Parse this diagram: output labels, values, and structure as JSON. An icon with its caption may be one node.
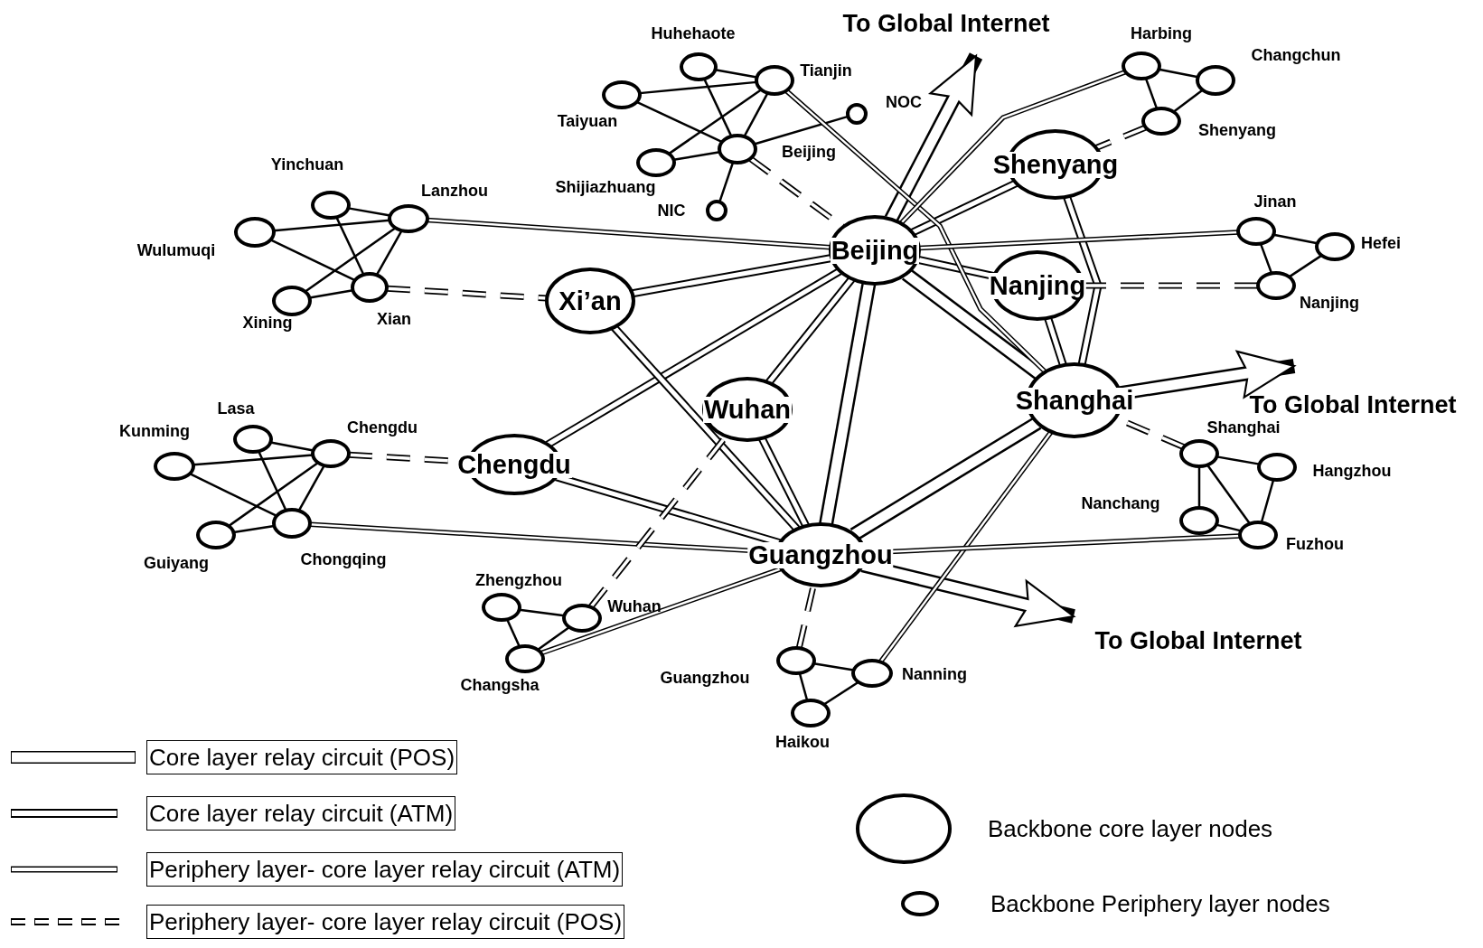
{
  "diagram": {
    "nodes": [
      {
        "text": [
          "Beijing"
        ]
      },
      {
        "text": [
          "Shenyang"
        ]
      },
      {
        "text": [
          "Nanjing"
        ]
      },
      {
        "text": [
          "Xi’an"
        ]
      },
      {
        "text": [
          "Shanghai"
        ]
      },
      {
        "text": [
          "Wuhan"
        ]
      },
      {
        "text": [
          "Chengdu"
        ]
      },
      {
        "text": [
          "Guangzhou"
        ]
      },
      {
        "text": [],
        "shape": "circle",
        "beside": [
          "Huhehaote"
        ]
      },
      {
        "text": [],
        "shape": "circle",
        "beside": [
          "Tianjin"
        ]
      },
      {
        "text": [],
        "shape": "circle",
        "beside": [
          "Taiyuan"
        ]
      },
      {
        "text": [],
        "shape": "circle",
        "beside": [
          "Shijiazhuang"
        ]
      },
      {
        "text": [],
        "shape": "circle",
        "beside": [
          "Beijing"
        ]
      },
      {
        "text": [],
        "shape": "circle",
        "beside": [
          "NOC"
        ]
      },
      {
        "text": [],
        "shape": "circle",
        "beside": [
          "NIC"
        ]
      },
      {
        "text": [],
        "shape": "circle",
        "beside": [
          "Harbing"
        ]
      },
      {
        "text": [],
        "shape": "circle",
        "beside": [
          "Changchun"
        ]
      },
      {
        "text": [],
        "shape": "circle",
        "beside": [
          "Shenyang"
        ]
      },
      {
        "text": [],
        "shape": "circle",
        "beside": [
          "Jinan"
        ]
      },
      {
        "text": [],
        "shape": "circle",
        "beside": [
          "Hefei"
        ]
      },
      {
        "text": [],
        "shape": "circle",
        "beside": [
          "Nanjing"
        ]
      },
      {
        "text": [],
        "shape": "circle",
        "beside": [
          "Yinchuan"
        ]
      },
      {
        "text": [],
        "shape": "circle",
        "beside": [
          "Lanzhou"
        ]
      },
      {
        "text": [],
        "shape": "circle",
        "beside": [
          "Wulumuqi"
        ]
      },
      {
        "text": [],
        "shape": "circle",
        "beside": [
          "Xining"
        ]
      },
      {
        "text": [],
        "shape": "circle",
        "beside": [
          "Xian"
        ]
      },
      {
        "text": [],
        "shape": "circle",
        "beside": [
          "Lasa"
        ]
      },
      {
        "text": [],
        "shape": "circle",
        "beside": [
          "Chengdu"
        ]
      },
      {
        "text": [],
        "shape": "circle",
        "beside": [
          "Kunming"
        ]
      },
      {
        "text": [],
        "shape": "circle",
        "beside": [
          "Guiyang"
        ]
      },
      {
        "text": [],
        "shape": "circle",
        "beside": [
          "Chongqing"
        ]
      },
      {
        "text": [],
        "shape": "circle",
        "beside": [
          "Zhengzhou"
        ]
      },
      {
        "text": [],
        "shape": "circle",
        "beside": [
          "Wuhan"
        ]
      },
      {
        "text": [],
        "shape": "circle",
        "beside": [
          "Changsha"
        ]
      },
      {
        "text": [],
        "shape": "circle",
        "beside": [
          "Guangzhou"
        ]
      },
      {
        "text": [],
        "shape": "circle",
        "beside": [
          "Nanning"
        ]
      },
      {
        "text": [],
        "shape": "circle",
        "beside": [
          "Haikou"
        ]
      },
      {
        "text": [],
        "shape": "circle",
        "beside": [
          "Shanghai"
        ]
      },
      {
        "text": [],
        "shape": "circle",
        "beside": [
          "Hangzhou"
        ]
      },
      {
        "text": [],
        "shape": "circle",
        "beside": [
          "Nanchang"
        ]
      },
      {
        "text": [],
        "shape": "circle",
        "beside": [
          "Fuzhou"
        ]
      },
      {
        "text": [
          "To Global Internet"
        ]
      },
      {
        "text": [
          "To Global Internet"
        ]
      },
      {
        "text": [
          "To Global Internet"
        ]
      }
    ],
    "edges": [
      {
        "from": 0,
        "to": 7,
        "arrow": "none",
        "style": "thick"
      },
      {
        "from": 0,
        "to": 4,
        "arrow": "none",
        "style": "thick"
      },
      {
        "from": 4,
        "to": 7,
        "arrow": "none",
        "style": "thick"
      },
      {
        "from": 0,
        "to": 1,
        "arrow": "none",
        "style": "thick"
      },
      {
        "from": 0,
        "to": 2,
        "arrow": "none",
        "style": "thick"
      },
      {
        "from": 0,
        "to": 3,
        "arrow": "none",
        "style": "thick"
      },
      {
        "from": 0,
        "to": 6,
        "arrow": "none",
        "style": "thick"
      },
      {
        "from": 0,
        "to": 5,
        "arrow": "none",
        "style": "thick"
      },
      {
        "from": 1,
        "to": 4,
        "arrow": "none",
        "style": "thick"
      },
      {
        "from": 2,
        "to": 4,
        "arrow": "none",
        "style": "thick"
      },
      {
        "from": 3,
        "to": 7,
        "arrow": "none",
        "style": "thick"
      },
      {
        "from": 5,
        "to": 7,
        "arrow": "none",
        "style": "thick"
      },
      {
        "from": 6,
        "to": 7,
        "arrow": "none",
        "style": "thick"
      },
      {
        "from": 0,
        "to": 41,
        "arrow": "to",
        "style": "thick"
      },
      {
        "from": 4,
        "to": 42,
        "arrow": "to",
        "style": "thick"
      },
      {
        "from": 7,
        "to": 43,
        "arrow": "to",
        "style": "thick"
      },
      {
        "from": 8,
        "to": 9,
        "arrow": "none"
      },
      {
        "from": 8,
        "to": 12,
        "arrow": "none"
      },
      {
        "from": 10,
        "to": 9,
        "arrow": "none"
      },
      {
        "from": 10,
        "to": 12,
        "arrow": "none"
      },
      {
        "from": 11,
        "to": 9,
        "arrow": "none"
      },
      {
        "from": 11,
        "to": 12,
        "arrow": "none"
      },
      {
        "from": 9,
        "to": 12,
        "arrow": "none"
      },
      {
        "from": 12,
        "to": 13,
        "arrow": "none"
      },
      {
        "from": 12,
        "to": 14,
        "arrow": "none"
      },
      {
        "from": 12,
        "to": 0,
        "arrow": "none",
        "style": "dashed"
      },
      {
        "from": 9,
        "to": 4,
        "arrow": "none",
        "style": "thick"
      },
      {
        "from": 15,
        "to": 16,
        "arrow": "none"
      },
      {
        "from": 15,
        "to": 17,
        "arrow": "none"
      },
      {
        "from": 16,
        "to": 17,
        "arrow": "none"
      },
      {
        "from": 15,
        "to": 0,
        "arrow": "none",
        "style": "thick"
      },
      {
        "from": 17,
        "to": 1,
        "arrow": "none",
        "style": "dashed"
      },
      {
        "from": 18,
        "to": 19,
        "arrow": "none"
      },
      {
        "from": 18,
        "to": 20,
        "arrow": "none"
      },
      {
        "from": 19,
        "to": 20,
        "arrow": "none"
      },
      {
        "from": 18,
        "to": 0,
        "arrow": "none",
        "style": "thick"
      },
      {
        "from": 20,
        "to": 2,
        "arrow": "none",
        "style": "dashed"
      },
      {
        "from": 21,
        "to": 22,
        "arrow": "none"
      },
      {
        "from": 21,
        "to": 25,
        "arrow": "none"
      },
      {
        "from": 23,
        "to": 22,
        "arrow": "none"
      },
      {
        "from": 23,
        "to": 25,
        "arrow": "none"
      },
      {
        "from": 24,
        "to": 22,
        "arrow": "none"
      },
      {
        "from": 24,
        "to": 25,
        "arrow": "none"
      },
      {
        "from": 22,
        "to": 25,
        "arrow": "none"
      },
      {
        "from": 22,
        "to": 0,
        "arrow": "none",
        "style": "thick"
      },
      {
        "from": 25,
        "to": 3,
        "arrow": "none",
        "style": "dashed"
      },
      {
        "from": 26,
        "to": 27,
        "arrow": "none"
      },
      {
        "from": 26,
        "to": 30,
        "arrow": "none"
      },
      {
        "from": 28,
        "to": 27,
        "arrow": "none"
      },
      {
        "from": 28,
        "to": 30,
        "arrow": "none"
      },
      {
        "from": 29,
        "to": 27,
        "arrow": "none"
      },
      {
        "from": 29,
        "to": 30,
        "arrow": "none"
      },
      {
        "from": 27,
        "to": 30,
        "arrow": "none"
      },
      {
        "from": 27,
        "to": 6,
        "arrow": "none",
        "style": "dashed"
      },
      {
        "from": 30,
        "to": 7,
        "arrow": "none",
        "style": "thick"
      },
      {
        "from": 31,
        "to": 32,
        "arrow": "none"
      },
      {
        "from": 31,
        "to": 33,
        "arrow": "none"
      },
      {
        "from": 32,
        "to": 33,
        "arrow": "none"
      },
      {
        "from": 32,
        "to": 5,
        "arrow": "none",
        "style": "dashed"
      },
      {
        "from": 33,
        "to": 7,
        "arrow": "none",
        "style": "thick"
      },
      {
        "from": 34,
        "to": 35,
        "arrow": "none"
      },
      {
        "from": 34,
        "to": 36,
        "arrow": "none"
      },
      {
        "from": 35,
        "to": 36,
        "arrow": "none"
      },
      {
        "from": 34,
        "to": 7,
        "arrow": "none",
        "style": "dashed"
      },
      {
        "from": 35,
        "to": 4,
        "arrow": "none",
        "style": "thick"
      },
      {
        "from": 37,
        "to": 38,
        "arrow": "none"
      },
      {
        "from": 37,
        "to": 39,
        "arrow": "none"
      },
      {
        "from": 37,
        "to": 40,
        "arrow": "none"
      },
      {
        "from": 38,
        "to": 40,
        "arrow": "none"
      },
      {
        "from": 39,
        "to": 40,
        "arrow": "none"
      },
      {
        "from": 37,
        "to": 4,
        "arrow": "none",
        "style": "dashed"
      },
      {
        "from": 40,
        "to": 7,
        "arrow": "none",
        "style": "thick"
      }
    ],
    "legend": [
      {
        "text": "Core layer relay circuit (POS)"
      },
      {
        "text": "Core layer relay circuit (ATM)"
      },
      {
        "text": "Periphery layer- core layer relay circuit (ATM)"
      },
      {
        "text": "Periphery layer- core layer relay circuit (POS)"
      },
      {
        "text": "Backbone core layer nodes"
      },
      {
        "text": "Backbone Periphery layer nodes"
      }
    ]
  }
}
